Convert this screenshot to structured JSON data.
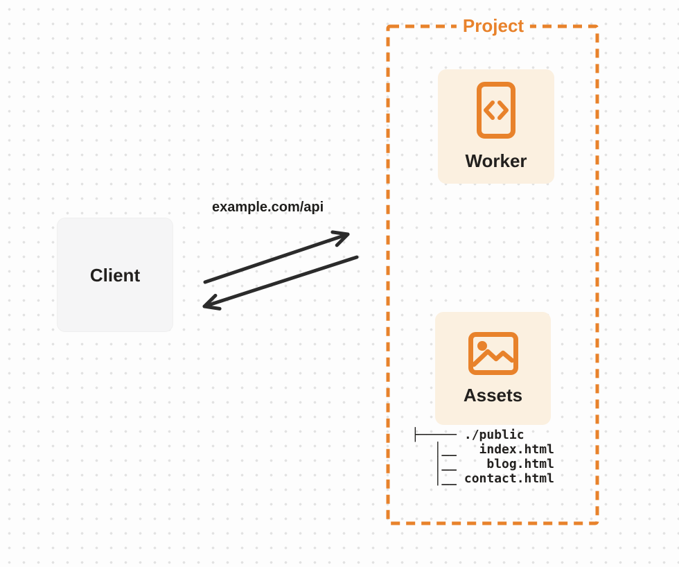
{
  "colors": {
    "accent_orange": "#E8822B",
    "card_background": "#FBF0E0",
    "client_background": "#F5F5F6",
    "arrow_ink": "#2B2B2B",
    "text_ink": "#22201E",
    "dot_grid": "#E2E2E2"
  },
  "project": {
    "label": "Project"
  },
  "nodes": {
    "worker": {
      "label": "Worker",
      "icon": "code-file-icon"
    },
    "assets": {
      "label": "Assets",
      "icon": "image-icon"
    },
    "client": {
      "label": "Client"
    }
  },
  "connection": {
    "label": "example.com/api"
  },
  "file_tree": {
    "lines": [
      "├───── ./public",
      "   │__   index.html",
      "   │__    blog.html",
      "   │__ contact.html"
    ]
  }
}
